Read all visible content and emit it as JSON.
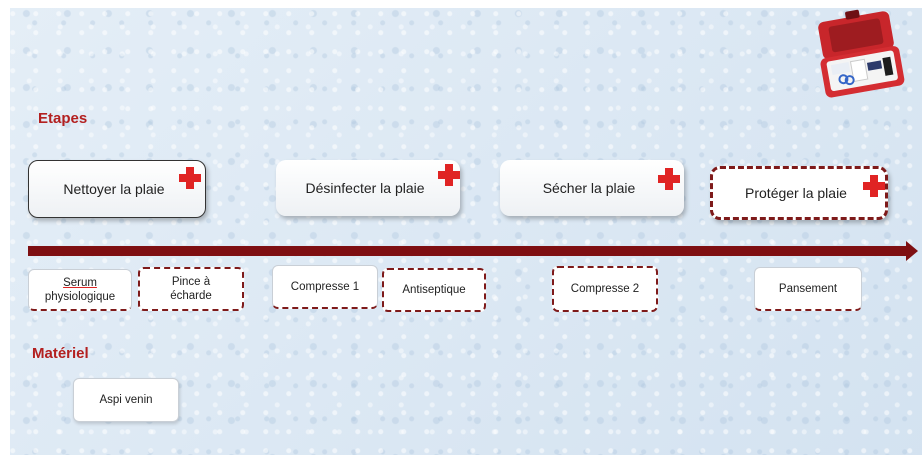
{
  "sections": {
    "steps_title": "Etapes",
    "materials_title": "Matériel"
  },
  "steps": [
    {
      "label": "Nettoyer la plaie"
    },
    {
      "label": "Désinfecter la plaie"
    },
    {
      "label": "Sécher la plaie"
    },
    {
      "label": "Protéger la plaie"
    }
  ],
  "materials": [
    {
      "line1": "Serum",
      "line2": "physiologique"
    },
    {
      "line1": "Pince à",
      "line2": "écharde"
    },
    {
      "label": "Compresse 1"
    },
    {
      "label": "Antiseptique"
    },
    {
      "label": "Compresse 2"
    },
    {
      "label": "Pansement"
    },
    {
      "label": "Aspi venin"
    }
  ],
  "icons": {
    "cross": "red-cross-icon",
    "kit": "first-aid-kit-icon"
  },
  "colors": {
    "accent_red": "#e02424",
    "timeline": "#7e0f12",
    "title_red": "#b32020"
  }
}
